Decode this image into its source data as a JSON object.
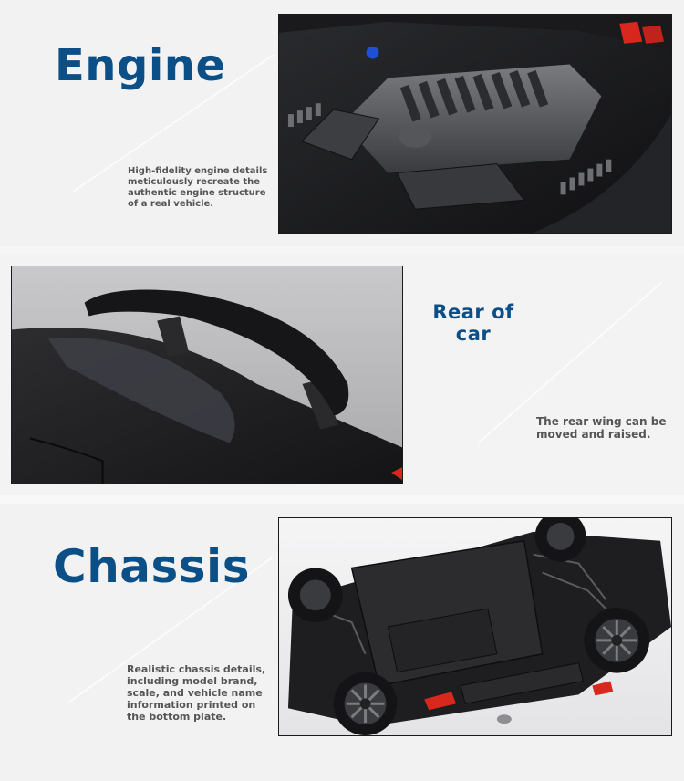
{
  "sections": {
    "engine": {
      "title": "Engine",
      "description": "High-fidelity engine details meticulously recreate the authentic engine structure of a real vehicle."
    },
    "rear": {
      "title_line1": "Rear of",
      "title_line2": "car",
      "description": "The rear wing can be moved and raised."
    },
    "chassis": {
      "title": "Chassis",
      "description": "Realistic chassis details, including model brand, scale, and vehicle name information printed on the bottom plate."
    }
  },
  "colors": {
    "heading": "#0b4f86",
    "caption": "#555555",
    "car_body": "#1c1c1e",
    "accent_red": "#d8281e"
  }
}
